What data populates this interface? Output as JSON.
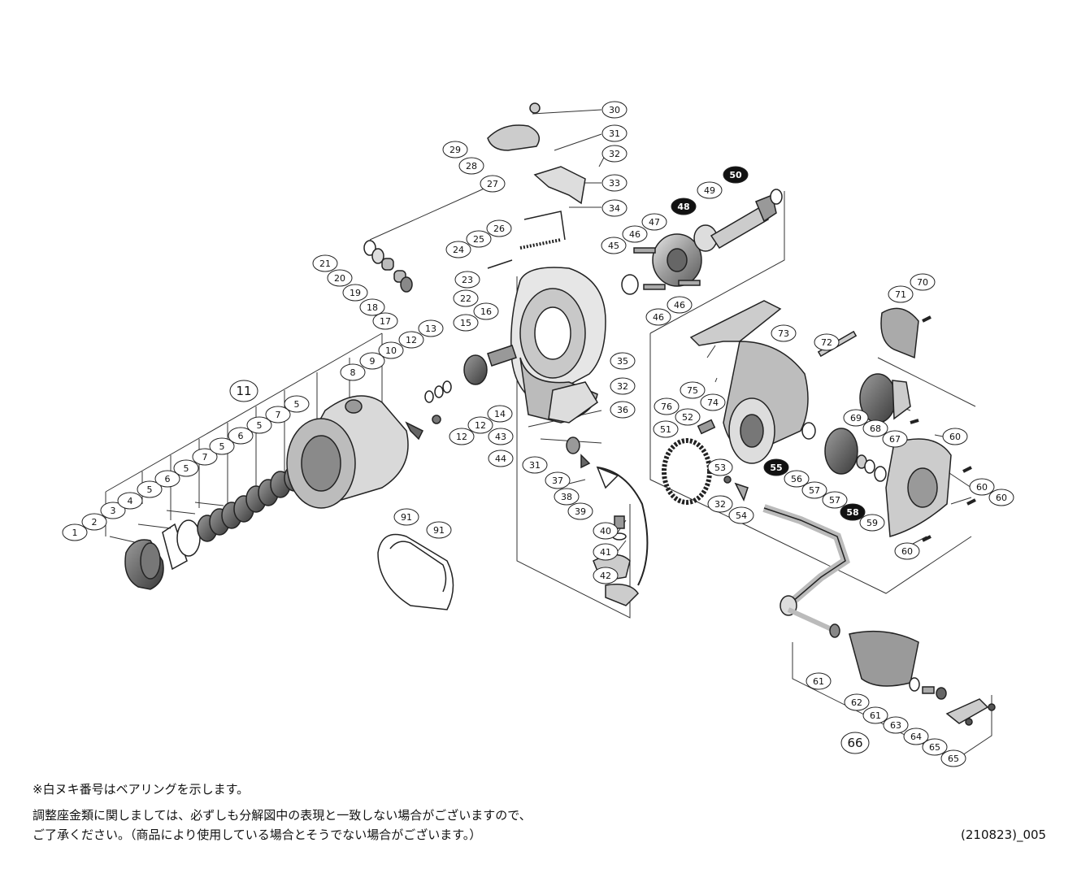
{
  "notes": {
    "line1": "※白ヌキ番号はベアリングを示します。",
    "line2": "調整座金類に関しましては、必ずしも分解図中の表現と一致しない場合がございますので、",
    "line3": "ご了承ください。（商品により使用している場合とそうでない場合がございます。）"
  },
  "drawing_code": "(210823)_005",
  "bearing_parts": [
    "48",
    "50",
    "55",
    "58"
  ],
  "assembly_parts": [
    "11",
    "66"
  ],
  "part_labels": {
    "p1": "1",
    "p2": "2",
    "p3": "3",
    "p4": "4",
    "p5a": "5",
    "p6a": "6",
    "p5b": "5",
    "p7a": "7",
    "p5c": "5",
    "p6b": "6",
    "p5d": "5",
    "p7b": "7",
    "p5e": "5",
    "p8": "8",
    "p9": "9",
    "p10": "10",
    "p11": "11",
    "p12a": "12",
    "p12b": "12",
    "p12c": "12",
    "p13": "13",
    "p14": "14",
    "p15": "15",
    "p16": "16",
    "p17": "17",
    "p18": "18",
    "p19": "19",
    "p20": "20",
    "p21": "21",
    "p22": "22",
    "p23": "23",
    "p24": "24",
    "p25": "25",
    "p26": "26",
    "p27": "27",
    "p28": "28",
    "p29": "29",
    "p30": "30",
    "p31a": "31",
    "p31b": "31",
    "p32a": "32",
    "p32b": "32",
    "p32c": "32",
    "p33": "33",
    "p34": "34",
    "p35": "35",
    "p36": "36",
    "p37": "37",
    "p38": "38",
    "p39": "39",
    "p40": "40",
    "p41": "41",
    "p42": "42",
    "p43": "43",
    "p44": "44",
    "p45": "45",
    "p46a": "46",
    "p46b": "46",
    "p46c": "46",
    "p47": "47",
    "p48": "48",
    "p49": "49",
    "p50": "50",
    "p51": "51",
    "p52": "52",
    "p53": "53",
    "p54": "54",
    "p55": "55",
    "p56": "56",
    "p57a": "57",
    "p57b": "57",
    "p58": "58",
    "p59": "59",
    "p60a": "60",
    "p60b": "60",
    "p60c": "60",
    "p60d": "60",
    "p61a": "61",
    "p61b": "61",
    "p62": "62",
    "p63": "63",
    "p64": "64",
    "p65a": "65",
    "p65b": "65",
    "p66": "66",
    "p67": "67",
    "p68": "68",
    "p69": "69",
    "p70": "70",
    "p71": "71",
    "p72": "72",
    "p73": "73",
    "p74": "74",
    "p75": "75",
    "p76": "76",
    "p91a": "91",
    "p91b": "91"
  }
}
